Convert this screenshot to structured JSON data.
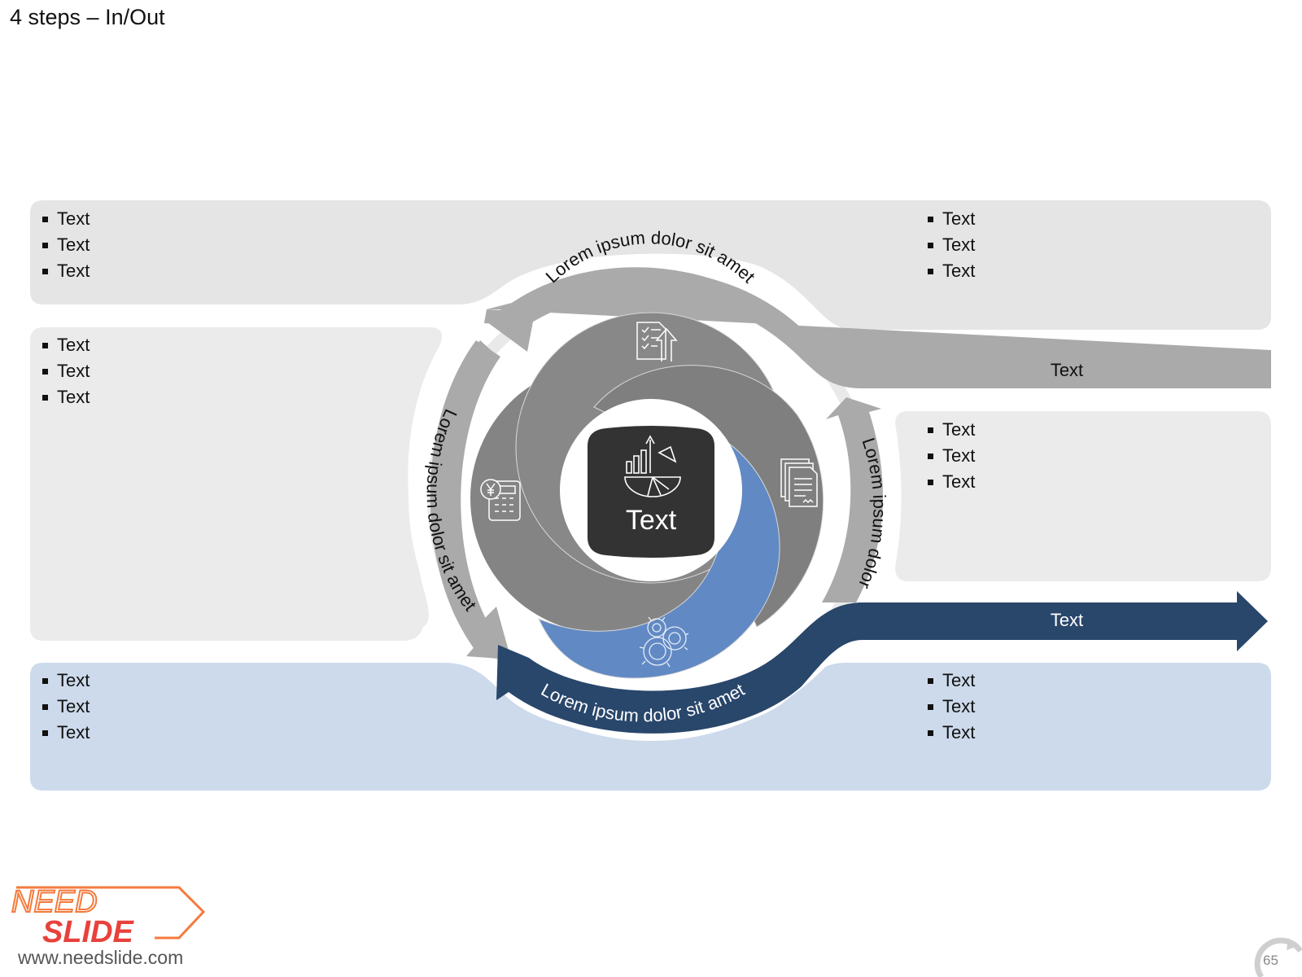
{
  "slide_title": "4 steps – In/Out",
  "center_label": "Text",
  "arcs": {
    "top": "Lorem ipsum dolor sit amet",
    "left": "Lorem ipsum dolor sit amet",
    "right": "Lorem ipsum dolor",
    "bottom": "Lorem ipsum dolor sit amet"
  },
  "arrows": {
    "in_label": "Text",
    "out_label": "Text"
  },
  "panels": {
    "top_left": [
      "Text",
      "Text",
      "Text"
    ],
    "top_right": [
      "Text",
      "Text",
      "Text"
    ],
    "middle_left": [
      "Text",
      "Text",
      "Text"
    ],
    "middle_right": [
      "Text",
      "Text",
      "Text"
    ],
    "bottom_left": [
      "Text",
      "Text",
      "Text"
    ],
    "bottom_right": [
      "Text",
      "Text",
      "Text"
    ]
  },
  "logo": {
    "line1": "NEED",
    "line2": "SLIDE"
  },
  "footer_url": "www.needslide.com",
  "page_number": "65",
  "icons": {
    "center": "analytics-chart-icon",
    "top": "checklist-upload-icon",
    "left": "calculator-yen-icon",
    "right": "documents-icon",
    "bottom": "gears-icon"
  },
  "colors": {
    "panel_gray": "#e5e5e5",
    "panel_light_gray": "#ebebeb",
    "panel_blue": "#ccdaeb",
    "arrow_gray": "#aaaaaa",
    "arrow_navy": "#29466b",
    "segment_gray": "#848484",
    "segment_blue": "#6189c4",
    "center_dark": "#333333",
    "logo_orange": "#f47a3c",
    "logo_red": "#e8413c"
  }
}
